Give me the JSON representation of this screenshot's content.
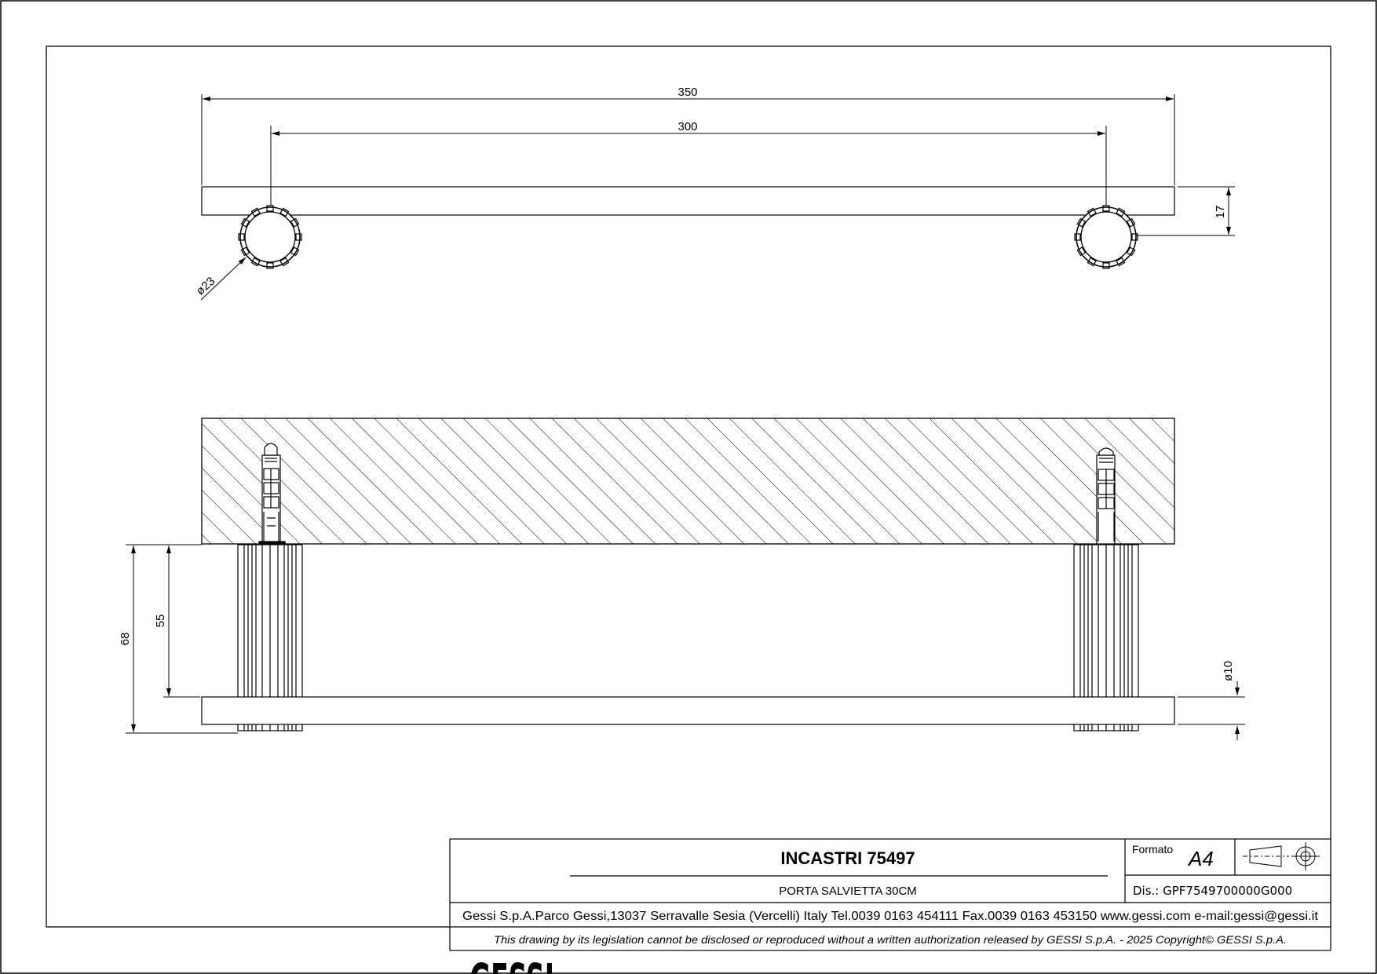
{
  "dimensions": {
    "top_view": {
      "overall_length": "350",
      "center_distance": "300",
      "bar_thickness": "17",
      "post_diameter": "ø23"
    },
    "side_view": {
      "total_depth": "68",
      "post_length": "55",
      "bar_diameter": "ø10"
    }
  },
  "title_block": {
    "logo": "GESSI",
    "product_code": "INCASTRI 75497",
    "product_name": "PORTA SALVIETTA 30CM",
    "format_label": "Formato",
    "format_value": "A4",
    "drawing_number": "Dis.: GPF7549700000G000",
    "company_info": "Gessi S.p.A.Parco Gessi,13037 Serravalle Sesia (Vercelli) Italy Tel.0039 0163 454111 Fax.0039 0163 453150 www.gessi.com e-mail:gessi@gessi.it",
    "legal_notice": "This drawing by its legislation cannot be disclosed or reproduced without a written authorization released by GESSI S.p.A. - 2025 Copyright© GESSI S.p.A."
  }
}
